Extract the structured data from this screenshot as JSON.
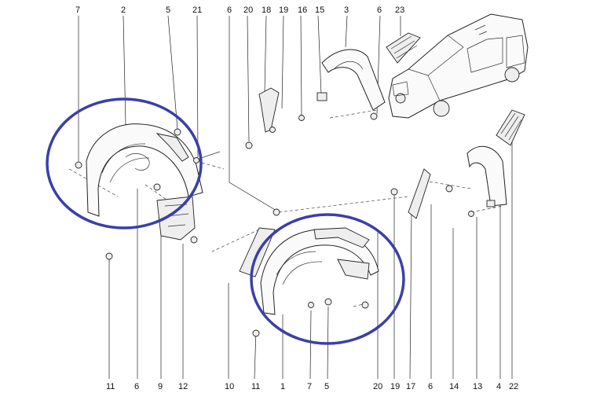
{
  "callouts": {
    "top": [
      "7",
      "2",
      "5",
      "21",
      "6",
      "20",
      "18",
      "19",
      "16",
      "15",
      "3",
      "6",
      "23"
    ],
    "bottom": [
      "11",
      "6",
      "9",
      "12",
      "10",
      "11",
      "1",
      "7",
      "5",
      "20",
      "19",
      "17",
      "6",
      "14",
      "13",
      "4",
      "22"
    ]
  },
  "colors": {
    "highlight": "#3b3fa8",
    "line": "#222222"
  }
}
